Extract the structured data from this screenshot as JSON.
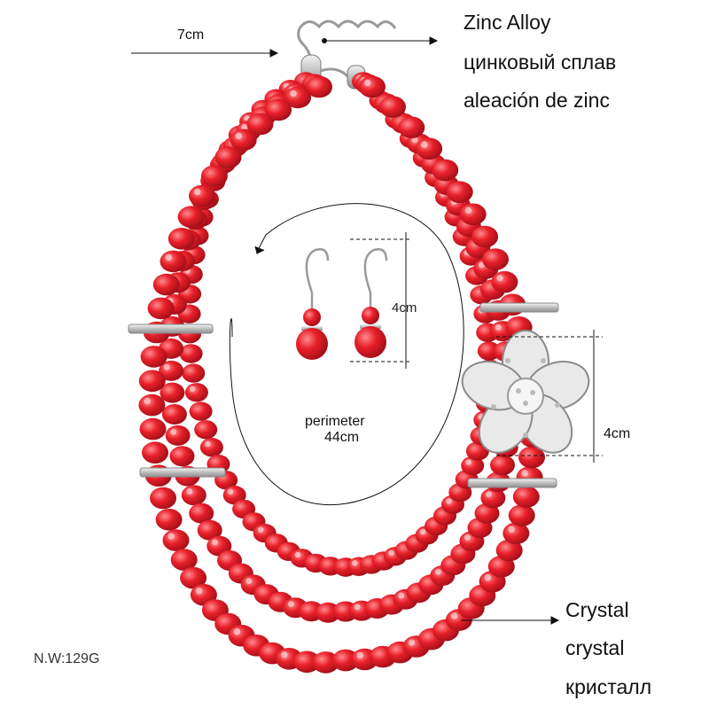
{
  "labels": {
    "chain_length": "7cm",
    "zinc_en": "Zinc Alloy",
    "zinc_ru": "цинковый сплав",
    "zinc_es": "aleación de zinc",
    "earring_height": "4cm",
    "perimeter_word": "perimeter",
    "perimeter_value": "44cm",
    "flower_height": "4cm",
    "crystal_en": "Crystal",
    "crystal_en2": "crystal",
    "crystal_ru": "кристалл",
    "net_weight": "N.W:129G"
  },
  "colors": {
    "bead": "#e8202a",
    "bead_dark": "#b0101a",
    "bead_light": "#ff6a70",
    "silver": "#c9c9c9",
    "line": "#111111"
  }
}
